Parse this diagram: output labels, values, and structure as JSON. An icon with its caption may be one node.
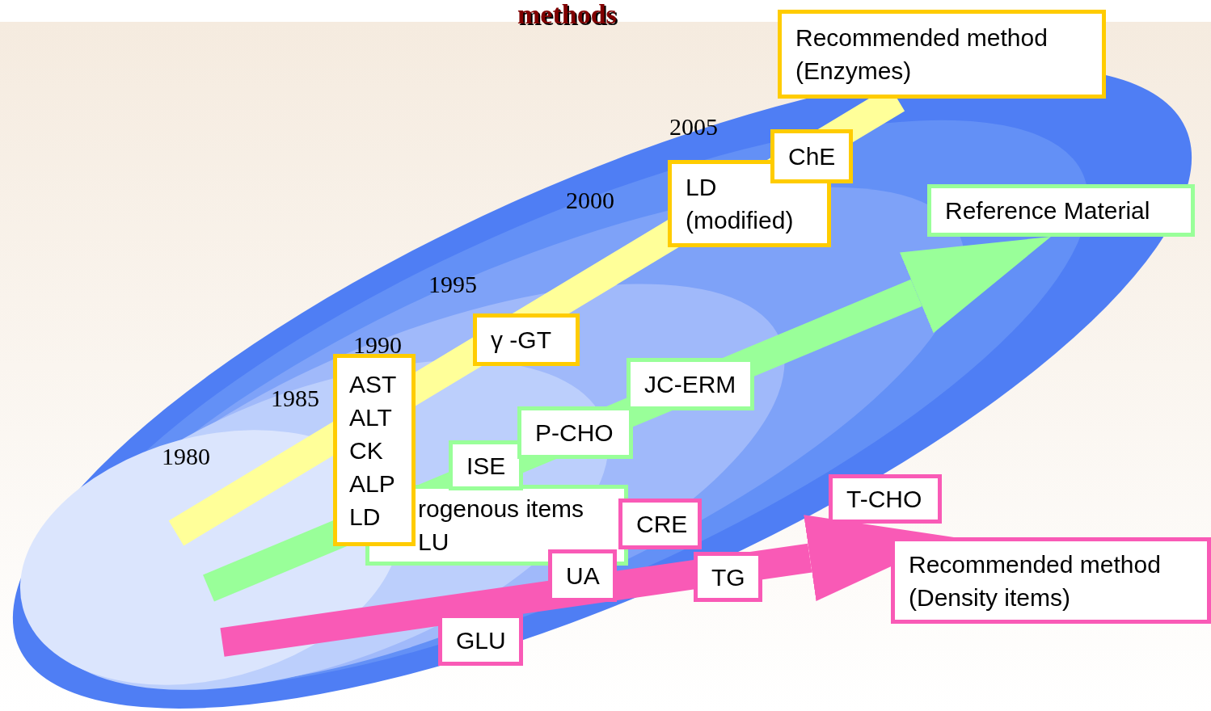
{
  "diagram": {
    "title": "methods",
    "nodes": [
      {
        "text": [
          "Recommended method (Enzymes)"
        ]
      },
      {
        "text": [
          "ChE"
        ]
      },
      {
        "text": [
          "LD (modified)"
        ]
      },
      {
        "text": [
          "Reference Material"
        ]
      },
      {
        "text": [
          "γ -GT"
        ]
      },
      {
        "text": [
          "JC-ERM"
        ]
      },
      {
        "text": [
          "AST",
          "ALT",
          "CK",
          "ALP",
          "LD"
        ]
      },
      {
        "text": [
          "ISE"
        ]
      },
      {
        "text": [
          "P-CHO"
        ]
      },
      {
        "text": [
          "rogenous items",
          "LU"
        ]
      },
      {
        "text": [
          "CRE"
        ]
      },
      {
        "text": [
          "T-CHO"
        ]
      },
      {
        "text": [
          "UA"
        ]
      },
      {
        "text": [
          "TG"
        ]
      },
      {
        "text": [
          "Recommended method (Density items)"
        ]
      },
      {
        "text": [
          "GLU"
        ]
      }
    ],
    "edges": [
      {
        "from": null,
        "to": 0,
        "arrow": "none",
        "color": "#ffff99"
      },
      {
        "from": null,
        "to": 3,
        "arrow": "to",
        "color": "#99ff99"
      },
      {
        "from": null,
        "to": 14,
        "arrow": "to",
        "color": "#f95ab6"
      }
    ],
    "labels": [
      "1980",
      "1985",
      "1990",
      "1995",
      "2000",
      "2005"
    ]
  }
}
